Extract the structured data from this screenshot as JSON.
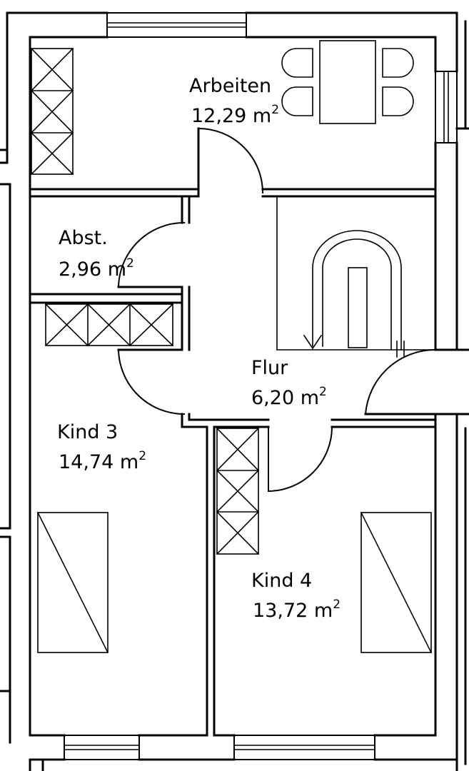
{
  "rooms": [
    {
      "key": "arbeiten",
      "name": "Arbeiten",
      "area": "12,29 m",
      "unit_sup": "2"
    },
    {
      "key": "abst",
      "name": "Abst.",
      "area": "2,96 m",
      "unit_sup": "2"
    },
    {
      "key": "flur",
      "name": "Flur",
      "area": "6,20 m",
      "unit_sup": "2"
    },
    {
      "key": "kind3",
      "name": "Kind 3",
      "area": "14,74 m",
      "unit_sup": "2"
    },
    {
      "key": "kind4",
      "name": "Kind 4",
      "area": "13,72 m",
      "unit_sup": "2"
    }
  ]
}
